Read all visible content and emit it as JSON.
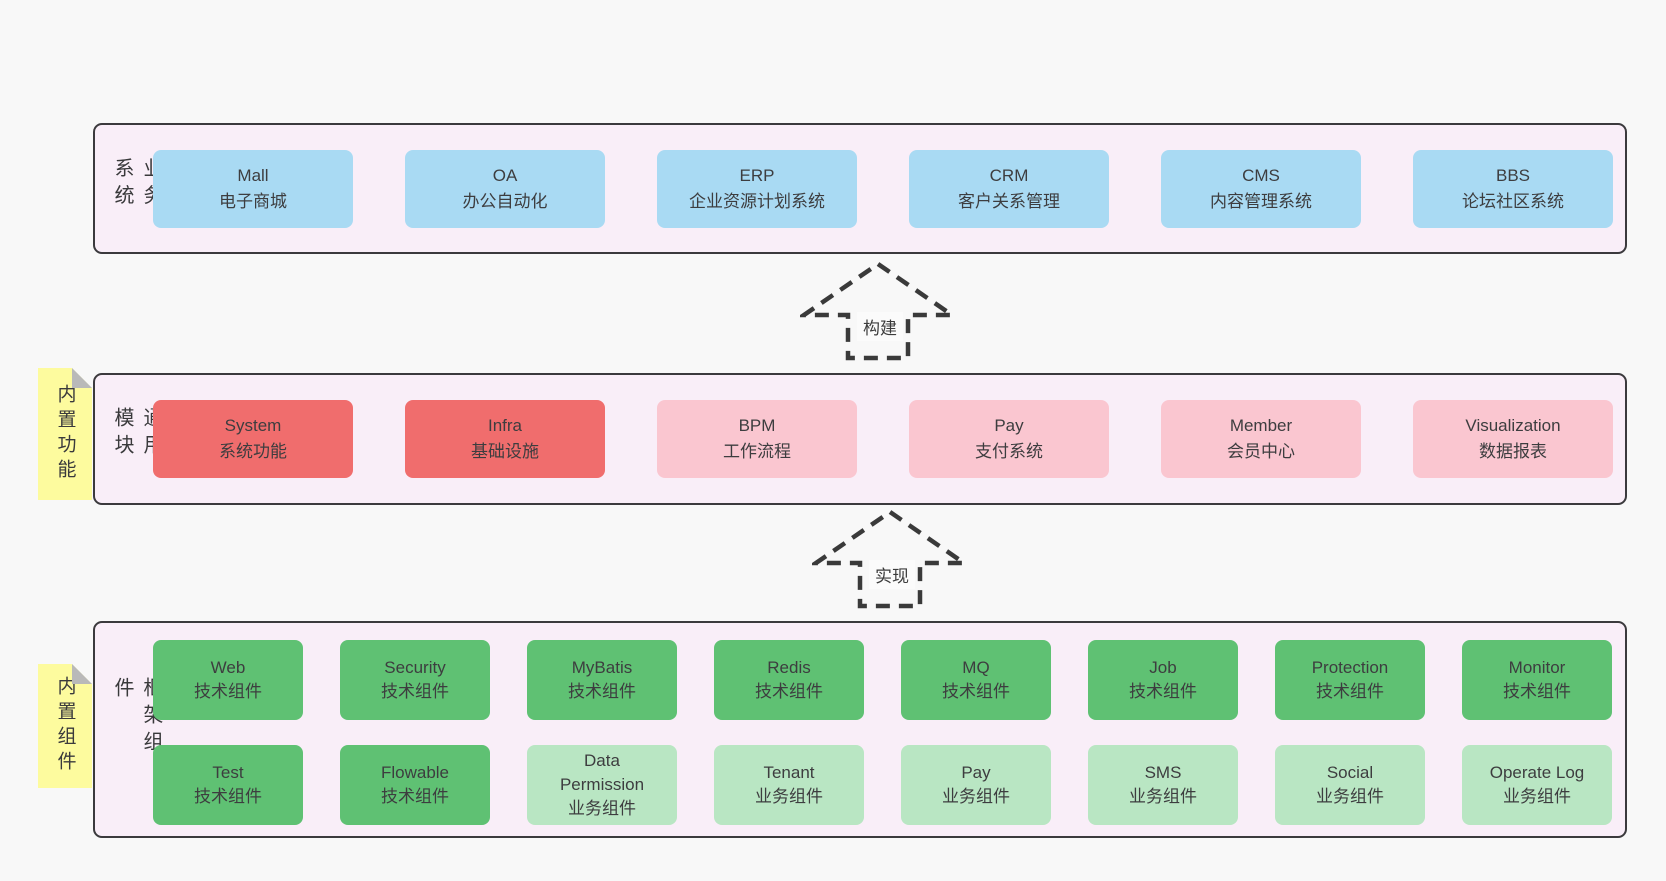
{
  "colors": {
    "page_bg": "#f8f8f8",
    "band_bg": "#f9eef8",
    "band_border": "#3b3a3d",
    "sticky_yellow": "#fdfb9e",
    "blue": "#a9daf3",
    "red": "#f06d6d",
    "pink": "#fac6d0",
    "green_dark": "#5fc173",
    "green_light": "#b9e6c3"
  },
  "arrows": [
    {
      "label": "构建"
    },
    {
      "label": "实现"
    }
  ],
  "bands": [
    {
      "label": "业务系统",
      "boxes": [
        {
          "name": "Mall",
          "desc": "电子商城"
        },
        {
          "name": "OA",
          "desc": "办公自动化"
        },
        {
          "name": "ERP",
          "desc": "企业资源计划系统"
        },
        {
          "name": "CRM",
          "desc": "客户关系管理"
        },
        {
          "name": "CMS",
          "desc": "内容管理系统"
        },
        {
          "name": "BBS",
          "desc": "论坛社区系统"
        }
      ]
    },
    {
      "label": "通用模块",
      "sticky": "内置功能",
      "boxes": [
        {
          "name": "System",
          "desc": "系统功能"
        },
        {
          "name": "Infra",
          "desc": "基础设施"
        },
        {
          "name": "BPM",
          "desc": "工作流程"
        },
        {
          "name": "Pay",
          "desc": "支付系统"
        },
        {
          "name": "Member",
          "desc": "会员中心"
        },
        {
          "name": "Visualization",
          "desc": "数据报表"
        }
      ]
    },
    {
      "label": "框架组件",
      "sticky": "内置组件",
      "rows": [
        [
          {
            "name": "Web",
            "desc": "技术组件"
          },
          {
            "name": "Security",
            "desc": "技术组件"
          },
          {
            "name": "MyBatis",
            "desc": "技术组件"
          },
          {
            "name": "Redis",
            "desc": "技术组件"
          },
          {
            "name": "MQ",
            "desc": "技术组件"
          },
          {
            "name": "Job",
            "desc": "技术组件"
          },
          {
            "name": "Protection",
            "desc": "技术组件"
          },
          {
            "name": "Monitor",
            "desc": "技术组件"
          }
        ],
        [
          {
            "name": "Test",
            "desc": "技术组件"
          },
          {
            "name": "Flowable",
            "desc": "技术组件"
          },
          {
            "name": "Data Permission",
            "desc": "业务组件"
          },
          {
            "name": "Tenant",
            "desc": "业务组件"
          },
          {
            "name": "Pay",
            "desc": "业务组件"
          },
          {
            "name": "SMS",
            "desc": "业务组件"
          },
          {
            "name": "Social",
            "desc": "业务组件"
          },
          {
            "name": "Operate Log",
            "desc": "业务组件"
          }
        ]
      ]
    }
  ]
}
